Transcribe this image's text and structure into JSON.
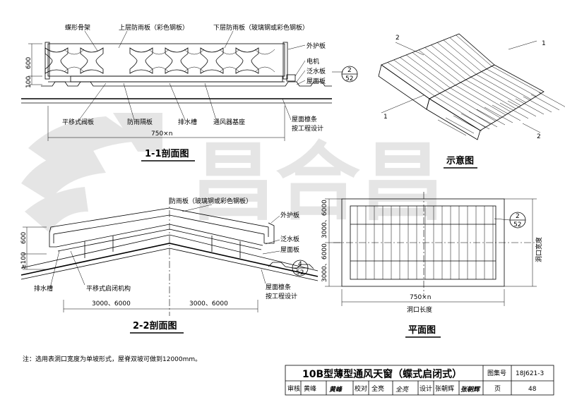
{
  "watermark": {
    "text": "昌合昌"
  },
  "section_1": {
    "title": "1-1剖面图",
    "labels": {
      "butterfly_frame": "蝶形骨架",
      "upper_rain_panel": "上层防雨板（彩色钢板）",
      "lower_rain_panel": "下层防雨板（玻璃钢或彩色钢板）",
      "outer_guard_panel": "外护板",
      "motor": "电机",
      "flashing_panel": "泛水板",
      "roof_panel": "屋面板",
      "sliding_damper": "平移式阀板",
      "rain_partition": "防雨隔板",
      "drain_groove": "排水槽",
      "vent_base": "通风器基座",
      "purlin": "屋面檩条",
      "by_design": "按工程设计"
    },
    "dims": {
      "h600": "600",
      "h100": "100",
      "width": "750×n"
    },
    "ref": {
      "num": "2",
      "den": "52"
    }
  },
  "schematic": {
    "title": "示意图",
    "marks": [
      "1",
      "1",
      "2",
      "2"
    ]
  },
  "section_2": {
    "title": "2-2剖面图",
    "labels": {
      "rain_panel": "防雨板（玻璃钢或彩色钢板）",
      "outer_guard_panel": "外护板",
      "flashing_panel": "泛水板",
      "roof_panel": "屋面板",
      "drain_groove": "排水槽",
      "sliding_mechanism": "平移式启闭机构",
      "purlin": "屋面檩条",
      "by_design": "按工程设计"
    },
    "dims": {
      "h600": "600",
      "h100": "≥100",
      "left": "3000、6000",
      "right": "3000、6000"
    },
    "ref": {
      "num": "4",
      "den": "52"
    }
  },
  "plan": {
    "title": "平面图",
    "width_label": "750×n",
    "length_label": "洞口长度",
    "opening_width": "洞口宽度",
    "dim_top": "3000、6000",
    "dim_bottom": "3000、6000",
    "ref": {
      "num": "2",
      "den": "52"
    }
  },
  "note": "注：选用表洞口宽度为单坡形式，屋脊双坡可做到12000mm。",
  "title_block": {
    "title": "10B型薄型通风天窗（蝶式启闭式）",
    "atlas_label": "图集号",
    "atlas_no": "18J621-3",
    "review_label": "审核",
    "reviewer": "黄峰",
    "reviewer_sig": "黄峰",
    "check_label": "校对",
    "checker": "全亮",
    "checker_sig": "全亮",
    "design_label": "设计",
    "designer": "张朝辉",
    "designer_sig": "张朝辉",
    "page_label": "页",
    "page_no": "48"
  }
}
